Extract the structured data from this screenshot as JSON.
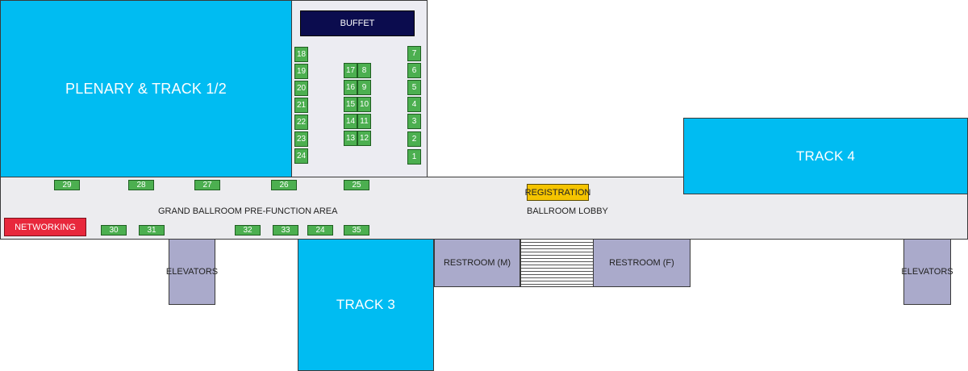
{
  "rooms": {
    "plenary": "PLENARY & TRACK 1/2",
    "track3": "TRACK 3",
    "track4": "TRACK 4"
  },
  "buffet": "BUFFET",
  "registration": "REGISTRATION",
  "networking": "NETWORKING",
  "areas": {
    "prefunction": "GRAND BALLROOM PRE-FUNCTION AREA",
    "lobby": "BALLROOM LOBBY"
  },
  "facilities": {
    "elevators_left": "ELEVATORS",
    "elevators_right": "ELEVATORS",
    "restroom_m": "RESTROOM (M)",
    "restroom_f": "RESTROOM (F)"
  },
  "booths": {
    "left_column": [
      "18",
      "19",
      "20",
      "21",
      "22",
      "23",
      "24"
    ],
    "center_left": [
      "17",
      "16",
      "15",
      "14",
      "13"
    ],
    "center_right": [
      "8",
      "9",
      "10",
      "11",
      "12"
    ],
    "right_column": [
      "7",
      "6",
      "5",
      "4",
      "3",
      "2",
      "1"
    ],
    "corridor_top": [
      "29",
      "28",
      "27",
      "26",
      "25"
    ],
    "corridor_bottom": [
      "30",
      "31",
      "32",
      "33",
      "24",
      "35"
    ]
  },
  "colors": {
    "room": "#00bcf2",
    "booth": "#4caf50",
    "buffet": "#0b0c4e",
    "registration": "#f5c400",
    "networking": "#e8283c",
    "facility": "#aaaacb",
    "corridor": "#ececef"
  }
}
